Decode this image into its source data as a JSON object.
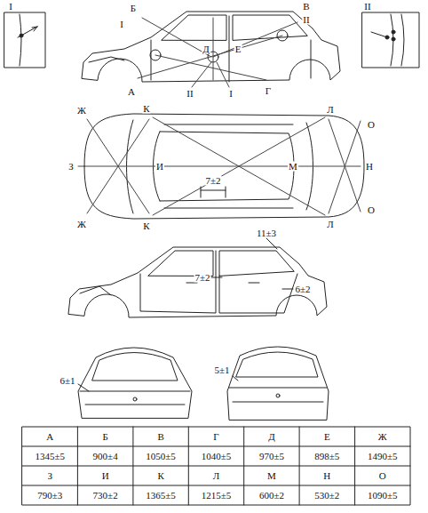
{
  "diagram": {
    "labels": [
      "I",
      "II",
      "Б",
      "I",
      "Д",
      "Е",
      "В",
      "II",
      "А",
      "II",
      "I",
      "Г",
      "Ж",
      "К",
      "Л",
      "О",
      "З",
      "И",
      "М",
      "Н",
      "Ж",
      "К",
      "Л",
      "О",
      "7±2",
      "11±3",
      "7±2",
      "6±2",
      "6±1",
      "5±1",
      "А",
      "Б",
      "В",
      "Г",
      "Д",
      "Е",
      "Ж",
      "1345±5",
      "900±4",
      "1050±5",
      "1040±5",
      "970±5",
      "898±5",
      "1490±5",
      "З",
      "И",
      "К",
      "Л",
      "М",
      "Н",
      "О",
      "790±3",
      "730±2",
      "1365±5",
      "1215±5",
      "600±2",
      "530±2",
      "1090±5"
    ]
  }
}
